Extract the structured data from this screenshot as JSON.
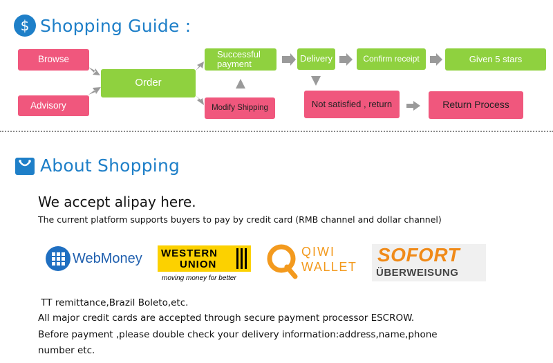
{
  "shopping_guide": {
    "title": "Shopping Guide :",
    "steps": {
      "browse": "Browse",
      "advisory": "Advisory",
      "order": "Order",
      "successful_payment": "Successful payment",
      "modify_shipping": "Modify Shipping",
      "delivery": "Delivery",
      "confirm_receipt": "Confirm receipt",
      "given_5_stars": "Given 5 stars",
      "not_satisfied": "Not satisfied , return",
      "return_process": "Return Process"
    },
    "colors": {
      "accent": "#1e7fc8",
      "pink": "#f0577d",
      "green": "#8fd13f",
      "arrow": "#9a9a9a"
    }
  },
  "about_shopping": {
    "title": "About Shopping",
    "intro_title": "We accept alipay here.",
    "intro_sub": "The current platform supports buyers to pay by credit card (RMB channel and dollar channel)",
    "logos": {
      "webmoney": "WebMoney",
      "western_union_line1": "WESTERN",
      "western_union_line2": "UNION",
      "western_union_tagline": "moving money for better",
      "qiwi_line1": "QIWI",
      "qiwi_line2": "WALLET",
      "sofort_line1": "SOFORT",
      "sofort_line2": "ÜBERWEISUNG"
    },
    "lines": [
      " TT remittance,Brazil Boleto,etc.",
      "All major credit cards are accepted through secure payment processor ESCROW.",
      "Before payment ,please double check your delivery information:address,name,phone",
      "number etc."
    ]
  }
}
